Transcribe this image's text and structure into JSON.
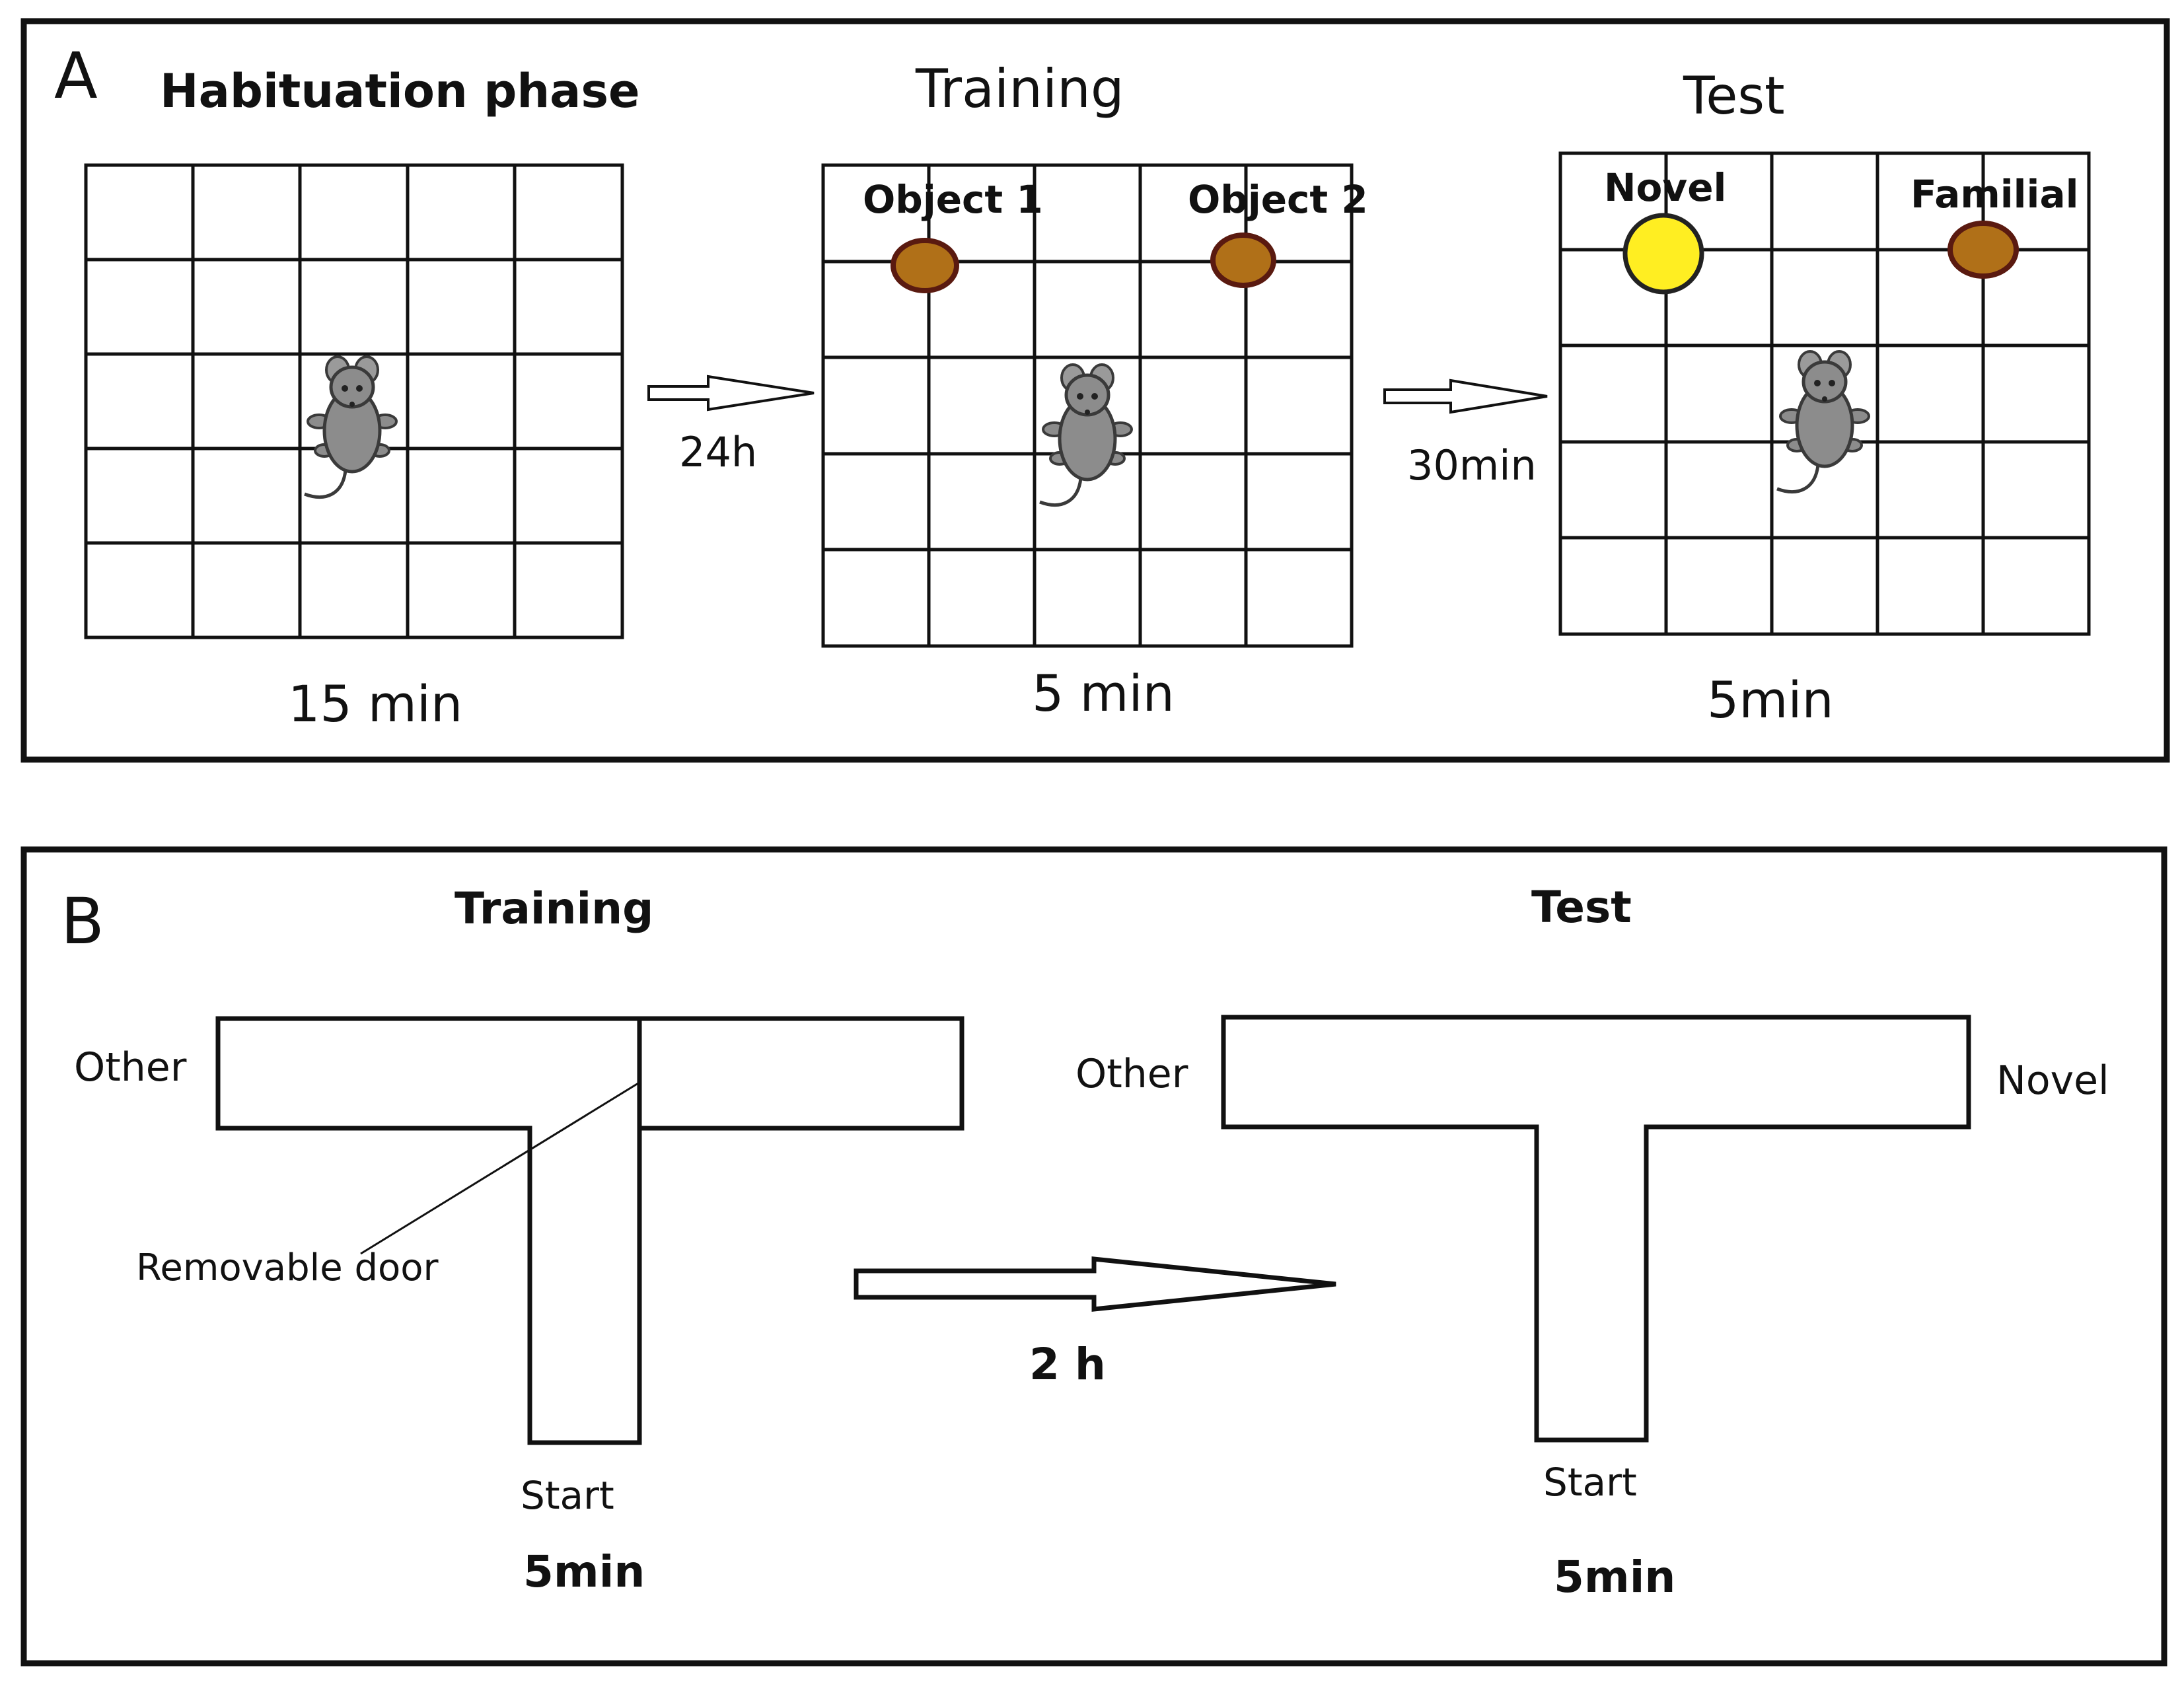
{
  "panel_a": {
    "letter": "A",
    "habituation": {
      "title": "Habituation phase",
      "duration": "15 min"
    },
    "training": {
      "title": "Training",
      "duration": "5 min",
      "object1": "Object 1",
      "object2": "Object 2"
    },
    "test": {
      "title": "Test",
      "duration": "5min",
      "novel": "Novel",
      "familiar": "Familial"
    },
    "arrow1_label": "24h",
    "arrow2_label": "30min"
  },
  "panel_b": {
    "letter": "B",
    "training": {
      "title": "Training",
      "other": "Other",
      "door": "Removable door",
      "start": "Start",
      "duration": "5min"
    },
    "arrow_label": "2 h",
    "test": {
      "title": "Test",
      "other": "Other",
      "novel": "Novel",
      "start": "Start",
      "duration": "5min"
    }
  },
  "colors": {
    "familiar_object": "#b07018",
    "familiar_object_stroke": "#5a1a10",
    "novel_object": "#ffee22",
    "novel_object_stroke": "#222222",
    "mouse_body": "#8c8c8c",
    "mouse_outline": "#3a3a3a"
  }
}
